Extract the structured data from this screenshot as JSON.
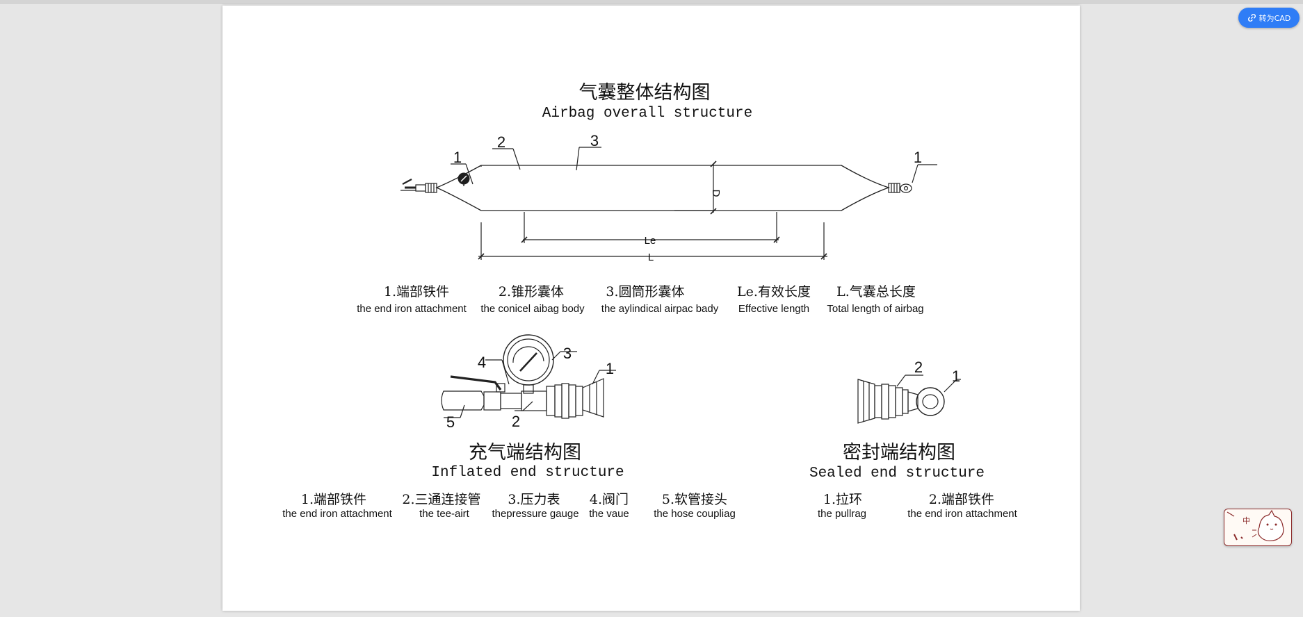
{
  "toolbar": {
    "cad_button_label": "转为CAD"
  },
  "widget": {
    "lang_label": "中"
  },
  "diagram": {
    "overall": {
      "title_cn": "气囊整体结构图",
      "title_en": "Airbag overall structure",
      "callouts": [
        "1",
        "2",
        "3",
        "1"
      ],
      "dim_D": "D",
      "dim_Le": "Le",
      "dim_L": "L"
    },
    "legend_overall": [
      {
        "cn": "1.端部铁件",
        "en": "the end iron attachment"
      },
      {
        "cn": "2.锥形囊体",
        "en": "the conicel aibag body"
      },
      {
        "cn": "3.圆筒形囊体",
        "en": "the aylindical airpac bady"
      },
      {
        "cn": "Le.有效长度",
        "en": "Effective length"
      },
      {
        "cn": "L.气囊总长度",
        "en": "Total length of airbag"
      }
    ],
    "inflated": {
      "title_cn": "充气端结构图",
      "title_en": "Inflated end structure",
      "callouts": [
        "1",
        "2",
        "3",
        "4",
        "5"
      ]
    },
    "sealed": {
      "title_cn": "密封端结构图",
      "title_en": "Sealed end structure",
      "callouts": [
        "1",
        "2"
      ]
    },
    "legend_inflated": [
      {
        "cn": "1.端部铁件",
        "en": "the end iron attachment"
      },
      {
        "cn": "2.三通连接管",
        "en": "the tee-airt"
      },
      {
        "cn": "3.压力表",
        "en": "thepressure gauge"
      },
      {
        "cn": "4.阀门",
        "en": "the vaue"
      },
      {
        "cn": "5.软管接头",
        "en": "the hose coupliag"
      }
    ],
    "legend_sealed": [
      {
        "cn": "1.拉环",
        "en": "the pullrag"
      },
      {
        "cn": "2.端部铁件",
        "en": "the end iron attachment"
      }
    ]
  }
}
